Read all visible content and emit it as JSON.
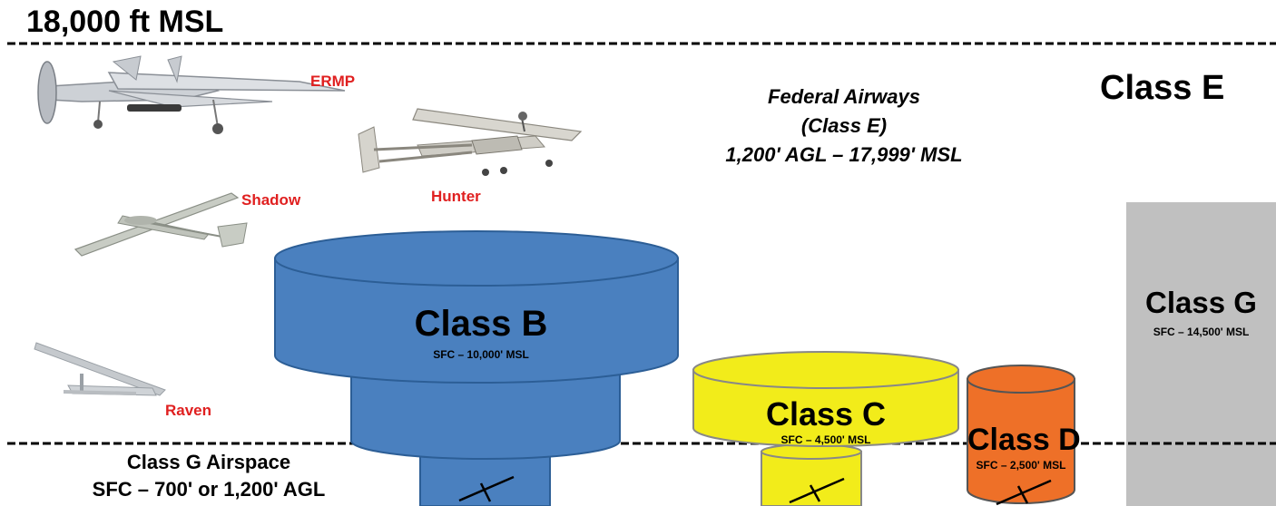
{
  "top_altitude": "18,000 ft MSL",
  "federal_airways": {
    "title": "Federal Airways",
    "subtitle": "(Class E)",
    "range": "1,200' AGL – 17,999' MSL"
  },
  "class_e": {
    "label": "Class E"
  },
  "class_b": {
    "label": "Class B",
    "range": "SFC – 10,000' MSL",
    "color": "#4a80bf"
  },
  "class_c": {
    "label": "Class C",
    "range": "SFC – 4,500' MSL",
    "color": "#f2ec1a"
  },
  "class_d": {
    "label": "Class D",
    "range": "SFC – 2,500' MSL",
    "color": "#ee7028"
  },
  "class_g_column": {
    "label": "Class G",
    "range": "SFC – 14,500' MSL",
    "color": "#c0c0c0"
  },
  "class_g_airspace": {
    "title": "Class G Airspace",
    "range": "SFC – 700' or 1,200' AGL"
  },
  "uavs": [
    {
      "name": "ERMP"
    },
    {
      "name": "Hunter"
    },
    {
      "name": "Shadow"
    },
    {
      "name": "Raven"
    }
  ],
  "colors": {
    "uav_label": "#e02020"
  }
}
